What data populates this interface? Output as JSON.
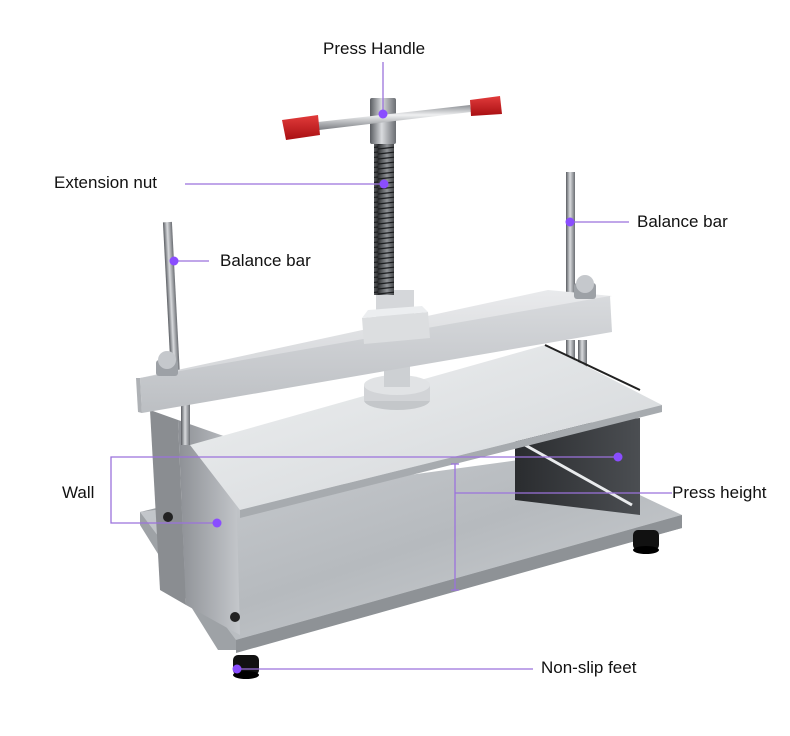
{
  "diagram": {
    "subject": "Flat paper press machine",
    "accent_color": "#8a4dff",
    "line_color": "#9b72dc",
    "labels": [
      {
        "id": "press-handle",
        "text": "Press Handle"
      },
      {
        "id": "extension-nut",
        "text": "Extension nut"
      },
      {
        "id": "balance-bar-left",
        "text": "Balance bar"
      },
      {
        "id": "balance-bar-right",
        "text": "Balance bar"
      },
      {
        "id": "wall",
        "text": "Wall"
      },
      {
        "id": "press-height",
        "text": "Press height"
      },
      {
        "id": "non-slip-feet",
        "text": "Non-slip feet"
      }
    ]
  }
}
